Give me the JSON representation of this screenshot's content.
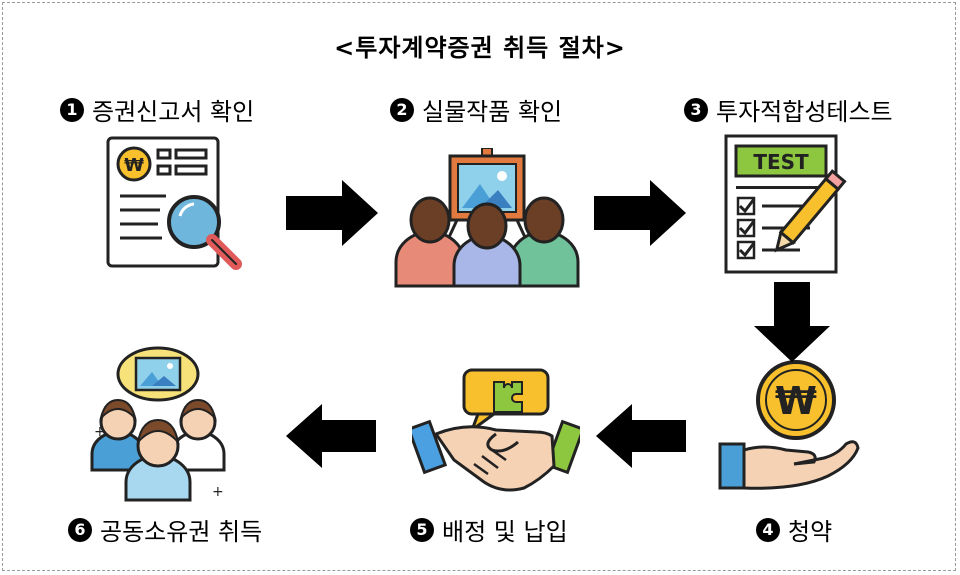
{
  "title": "<투자계약증권 취득 절차>",
  "steps": [
    {
      "num": "1",
      "label": "증권신고서 확인",
      "icon": "document-search-icon"
    },
    {
      "num": "2",
      "label": "실물작품 확인",
      "icon": "audience-painting-icon"
    },
    {
      "num": "3",
      "label": "투자적합성테스트",
      "icon": "test-checklist-icon"
    },
    {
      "num": "4",
      "label": "청약",
      "icon": "won-coin-hand-icon"
    },
    {
      "num": "5",
      "label": "배정 및 납입",
      "icon": "handshake-icon"
    },
    {
      "num": "6",
      "label": "공동소유권 취득",
      "icon": "co-owners-group-icon"
    }
  ],
  "icon_text": {
    "won": "₩",
    "test": "TEST",
    "won_coin": "₩"
  },
  "colors": {
    "coin": "#f7c02c",
    "test_header": "#8dc63f",
    "magnifier": "#6fb6dc",
    "arrow": "#000000"
  }
}
